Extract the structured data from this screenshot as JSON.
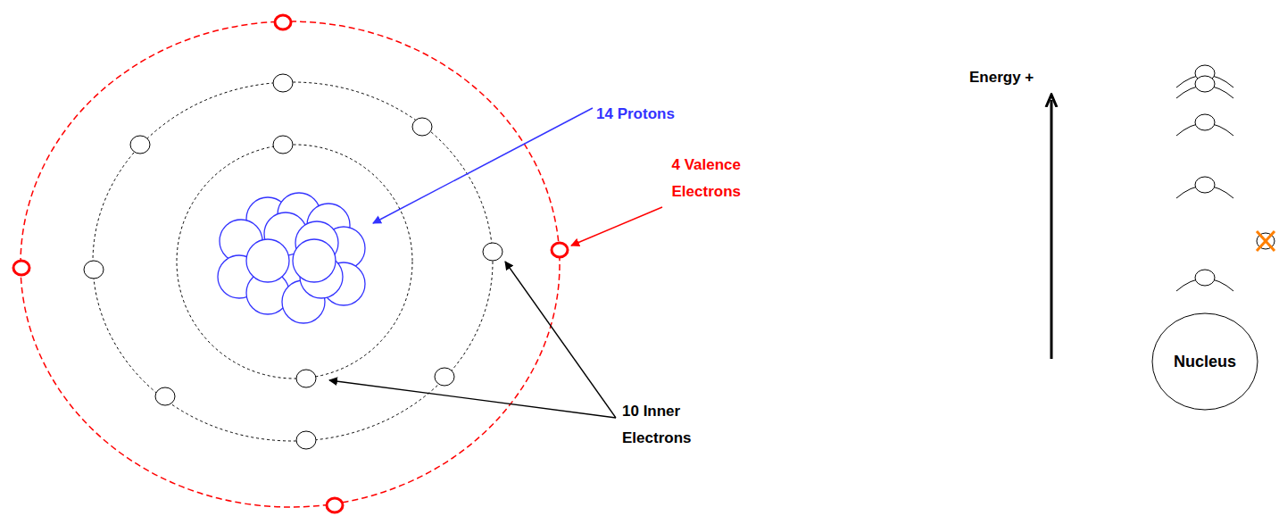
{
  "diagram": {
    "nodes": [
      {
        "text": [
          "Nucleus"
        ]
      }
    ],
    "labels": [
      "14 Protons",
      "4 Valence Electrons",
      "10 Inner Electrons",
      "Energy +"
    ]
  }
}
